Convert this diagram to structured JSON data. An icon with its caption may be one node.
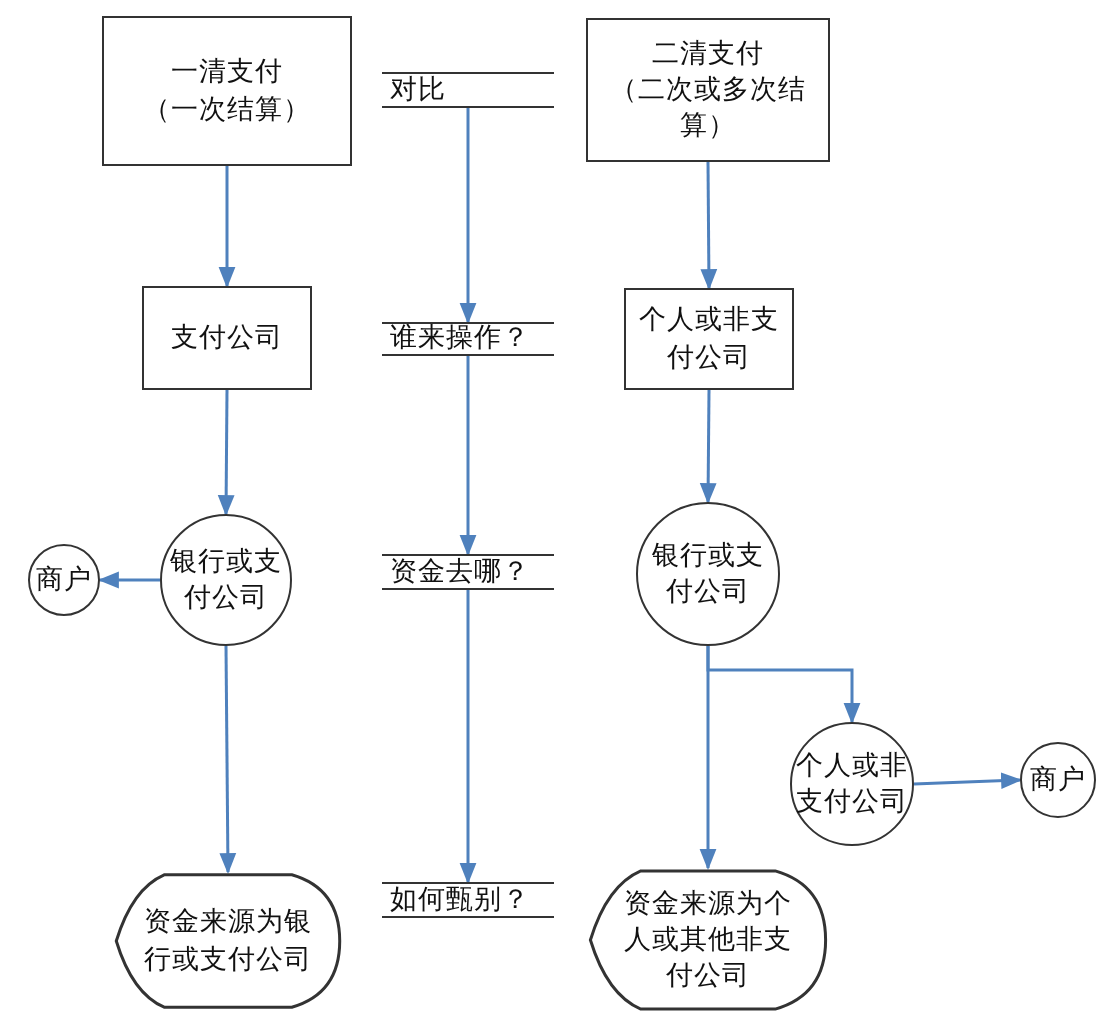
{
  "diagram": {
    "nodes": [
      {
        "text": [
          "一清支付",
          "（一次结算）"
        ]
      },
      {
        "text": [
          "二清支付",
          "（二次或多次结算）"
        ]
      },
      {
        "text": [
          "对比"
        ]
      },
      {
        "text": [
          "支付公司"
        ]
      },
      {
        "text": [
          "谁来操作？"
        ]
      },
      {
        "text": [
          "个人或非支付公司"
        ]
      },
      {
        "text": [
          "银行或支付公司"
        ]
      },
      {
        "text": [
          "商户"
        ]
      },
      {
        "text": [
          "资金去哪？"
        ]
      },
      {
        "text": [
          "银行或支付公司"
        ]
      },
      {
        "text": [
          "个人或非支付公司"
        ]
      },
      {
        "text": [
          "商户"
        ]
      },
      {
        "text": [
          "资金来源为银行或支付公司"
        ]
      },
      {
        "text": [
          "如何甄别？"
        ]
      },
      {
        "text": [
          "资金来源为个人或其他非支付公司"
        ]
      }
    ],
    "edges": [
      {
        "from": 0,
        "to": 3,
        "arrow": "to"
      },
      {
        "from": 3,
        "to": 6,
        "arrow": "to"
      },
      {
        "from": 6,
        "to": 7,
        "arrow": "to"
      },
      {
        "from": 6,
        "to": 12,
        "arrow": "to"
      },
      {
        "from": 2,
        "to": 4,
        "arrow": "to"
      },
      {
        "from": 4,
        "to": 8,
        "arrow": "to"
      },
      {
        "from": 8,
        "to": 13,
        "arrow": "to"
      },
      {
        "from": 1,
        "to": 5,
        "arrow": "to"
      },
      {
        "from": 5,
        "to": 9,
        "arrow": "to"
      },
      {
        "from": 9,
        "to": 10,
        "arrow": "to"
      },
      {
        "from": 9,
        "to": 14,
        "arrow": "to"
      },
      {
        "from": 10,
        "to": 11,
        "arrow": "to"
      }
    ]
  }
}
